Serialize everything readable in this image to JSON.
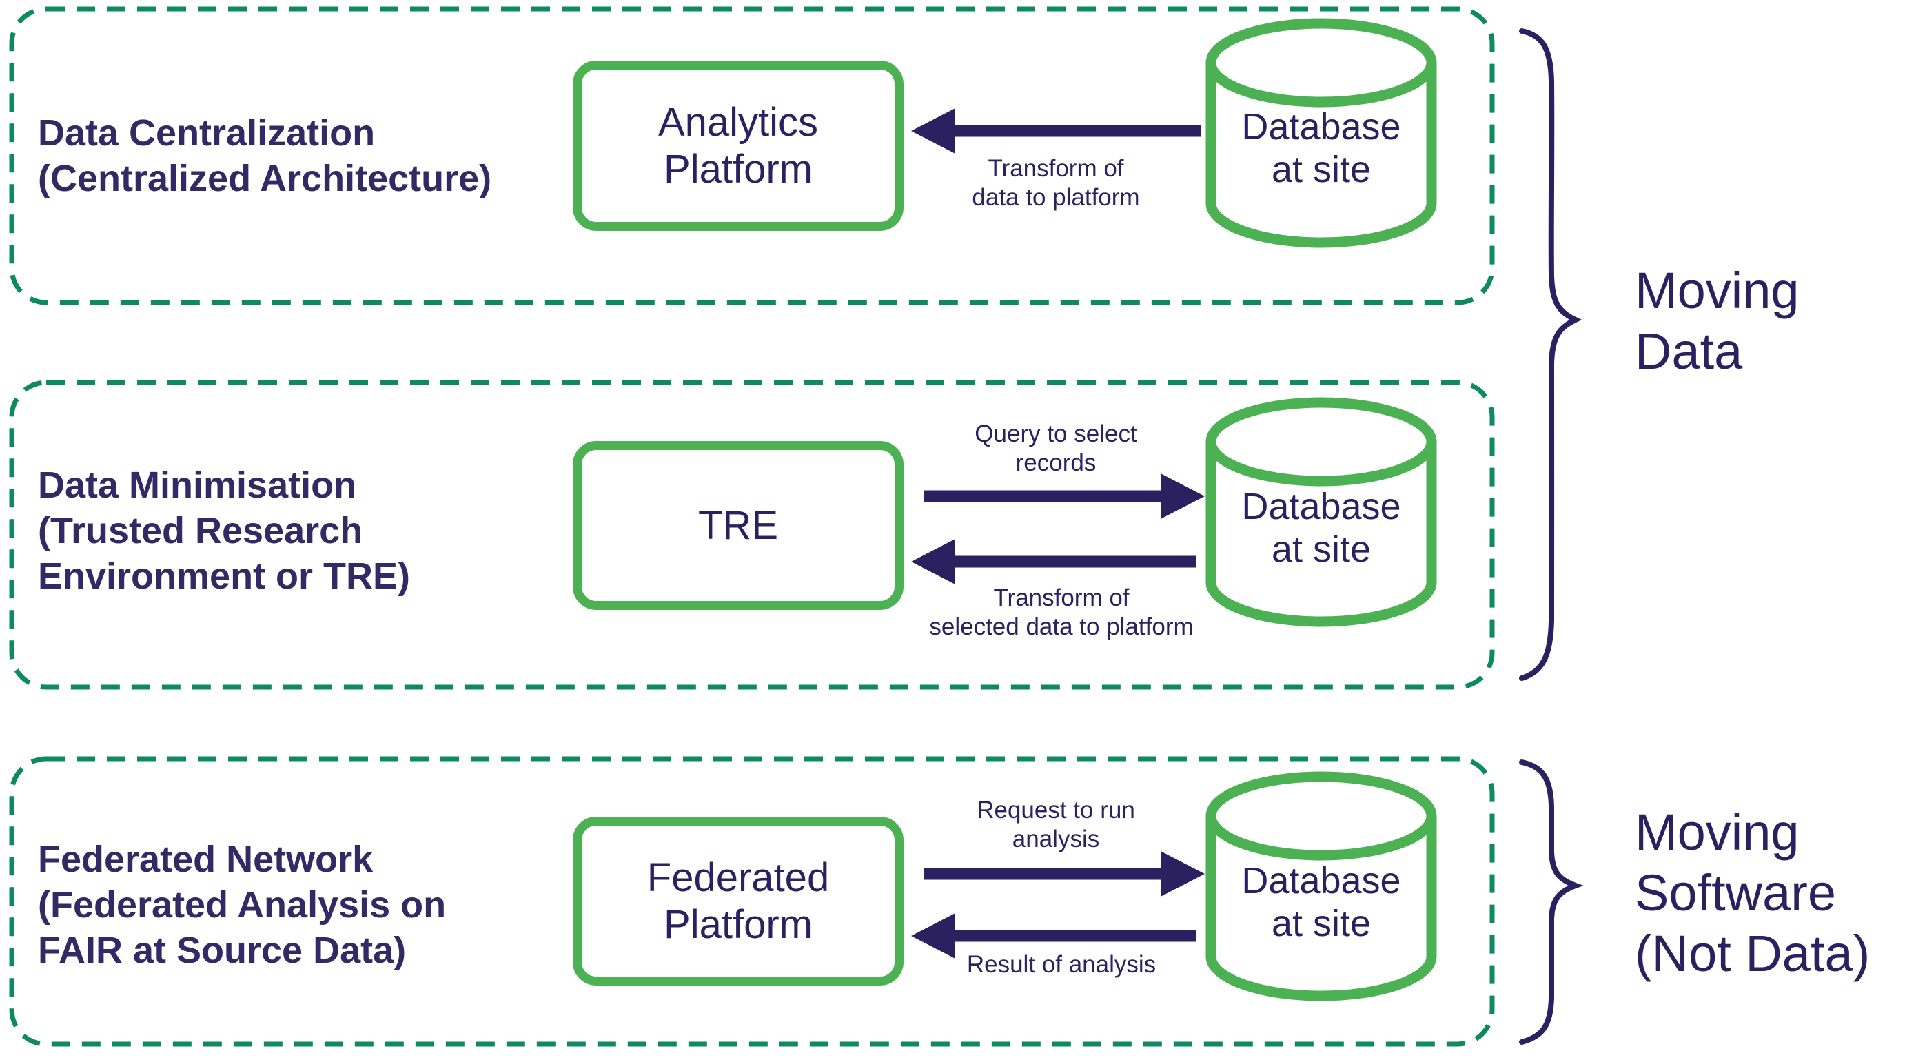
{
  "colors": {
    "box_green": "#4cb152",
    "dashed_teal": "#0e8a5f",
    "purple": "#2c2160",
    "label_purple": "#332965"
  },
  "rows": [
    {
      "side_label": "Data Centralization\n(Centralized Architecture)",
      "platform_label": "Analytics\nPlatform",
      "database_label": "Database\nat site",
      "arrow_to_platform_label": "Transform of\ndata to platform"
    },
    {
      "side_label": "Data Minimisation\n(Trusted Research\nEnvironment or TRE)",
      "platform_label": "TRE",
      "database_label": "Database\nat site",
      "arrow_to_database_label": "Query to select\nrecords",
      "arrow_to_platform_label": "Transform of\nselected data to platform"
    },
    {
      "side_label": "Federated Network\n(Federated Analysis on\nFAIR at Source Data)",
      "platform_label": "Federated\nPlatform",
      "database_label": "Database\nat site",
      "arrow_to_database_label": "Request to run\nanalysis",
      "arrow_to_platform_label": "Result of analysis"
    }
  ],
  "braces": [
    {
      "label": "Moving\nData"
    },
    {
      "label": "Moving\nSoftware\n(Not Data)"
    }
  ]
}
